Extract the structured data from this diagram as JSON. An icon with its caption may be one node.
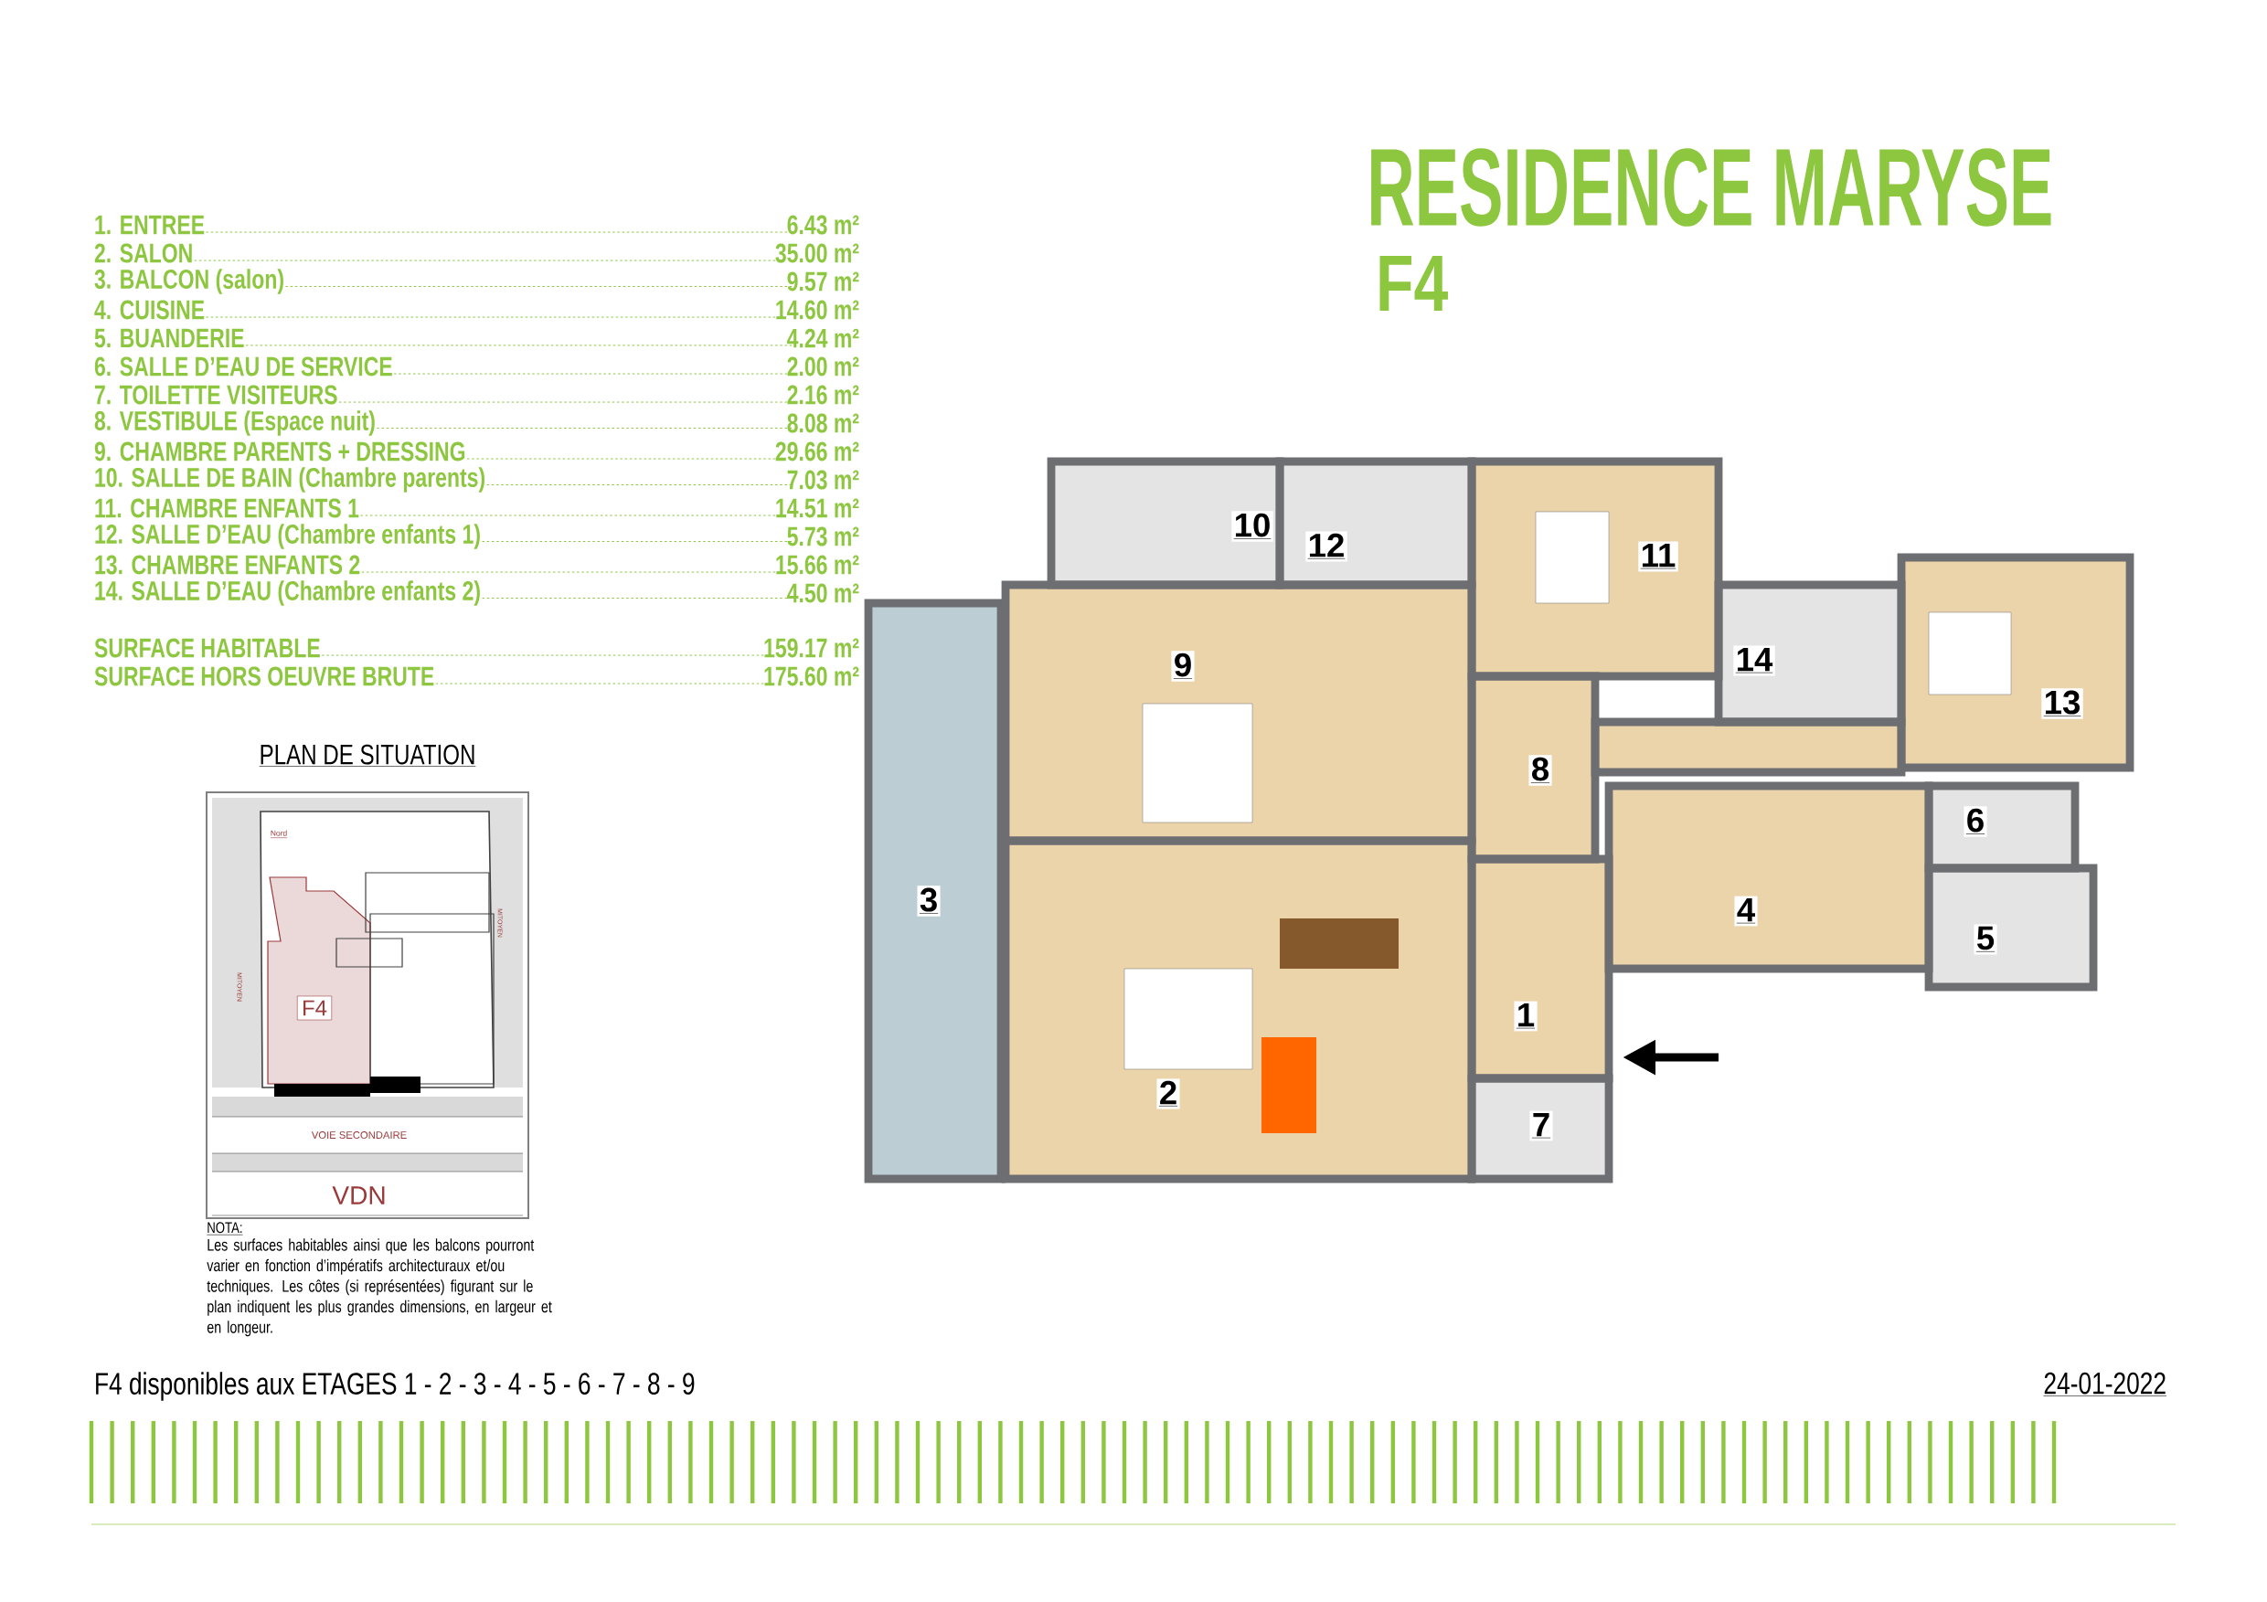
{
  "diagram": {
    "title": "RESIDENCE MARYSE",
    "labels": [
      "F4",
      "1. ENTREE",
      "6.43 m²",
      "2. SALON",
      "35.00 m²",
      "3. BALCON (salon)",
      "9.57 m²",
      "4. CUISINE",
      "14.60 m²",
      "5. BUANDERIE",
      "4.24 m²",
      "6. SALLE D’EAU DE SERVICE",
      "2.00 m²",
      "7. TOILETTE VISITEURS",
      "2.16 m²",
      "8. VESTIBULE (Espace nuit)",
      "8.08 m²",
      "9. CHAMBRE PARENTS + DRESSING",
      "29.66 m²",
      "10. SALLE DE BAIN  (Chambre parents)",
      "7.03 m²",
      "11. CHAMBRE ENFANTS 1",
      "14.51 m²",
      "12. SALLE D’EAU (Chambre enfants 1)",
      "5.73 m²",
      "13. CHAMBRE ENFANTS 2",
      "15.66 m²",
      "14. SALLE D’EAU (Chambre enfants 2)",
      "4.50 m²",
      "SURFACE HABITABLE",
      "159.17 m²",
      "SURFACE HORS OEUVRE BRUTE",
      "175.60 m²",
      "PLAN DE SITUATION",
      "Nord",
      "MITOYEN",
      "MITOYEN",
      "F4",
      "VOIE SECONDAIRE",
      "VDN",
      "NOTA:",
      "Les surfaces habitables ainsi que les balcons pourront varier en fonction d’impératifs architecturaux et/ou techniques. Les côtes (si représentées) figurant sur le plan indiquent les plus grandes dimensions, en largeur et en longeur.",
      "1",
      "2",
      "3",
      "4",
      "5",
      "6",
      "7",
      "8",
      "9",
      "10",
      "11",
      "12",
      "13",
      "14",
      "F4 disponibles aux ETAGES 1 - 2 - 3 - 4 - 5 - 6 - 7 - 8 - 9",
      "24-01-2022"
    ]
  }
}
